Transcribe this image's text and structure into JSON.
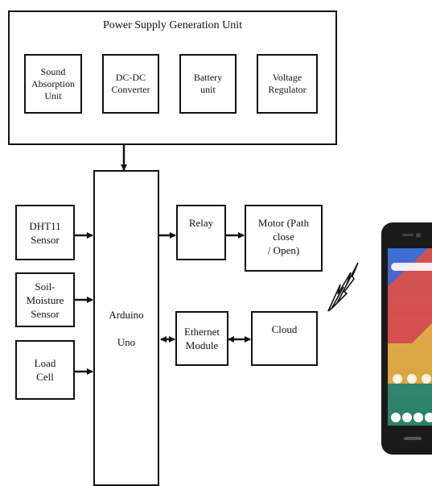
{
  "diagram": {
    "power_unit": {
      "title": "Power Supply Generation Unit",
      "sound": "Sound\nAbsorption Unit",
      "dcdc": "DC-DC\nConverter",
      "battery": "Battery\nunit",
      "regulator": "Voltage\nRegulator"
    },
    "dht11": "DHT11\nSensor",
    "soil": "Soil-Moisture\nSensor",
    "load": "Load\nCell",
    "arduino": "Arduino\n\nUno",
    "relay": "Relay",
    "motor": "Motor (Path close\n/ Open)",
    "ethernet": "Ethernet\nModule",
    "cloud": "Cloud"
  },
  "phone_icon": "smartphone-icon",
  "wireless_icon": "lightning-signal-icon",
  "colors": {
    "line": "#111111",
    "phone_body": "#1a1a1a"
  }
}
